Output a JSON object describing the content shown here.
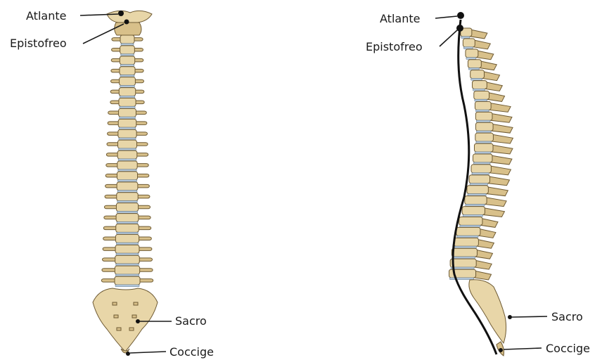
{
  "front_view": {
    "labels": {
      "atlante": "Atlante",
      "epistofreo": "Epistofreo",
      "sacro": "Sacro",
      "coccige": "Coccige"
    }
  },
  "side_view": {
    "labels": {
      "atlante": "Atlante",
      "epistofreo": "Epistofreo",
      "sacro": "Sacro",
      "coccige": "Coccige"
    }
  },
  "colors": {
    "bone": "#e8d6a8",
    "bone_shadow": "#d8c08a",
    "disc": "#b9cde0",
    "outline": "#111111"
  }
}
